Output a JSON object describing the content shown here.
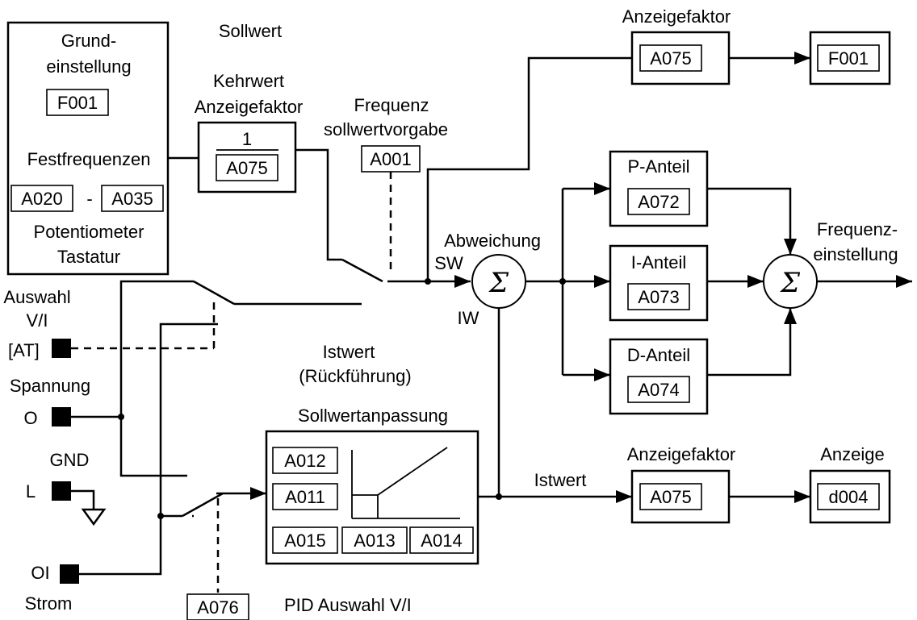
{
  "setpoint_block": {
    "title_line1": "Grund-",
    "title_line2": "einstellung",
    "param_base": "F001",
    "fixed_label": "Festfrequenzen",
    "param_from": "A020",
    "range_dash": "-",
    "param_to": "A035",
    "pot_label": "Potentiometer",
    "keypad_label": "Tastatur"
  },
  "sollwert_label": "Sollwert",
  "reciprocal_block": {
    "title_line1": "Kehrwert",
    "title_line2": "Anzeigefaktor",
    "numerator": "1",
    "param": "A075"
  },
  "freq_source": {
    "line1": "Frequenz",
    "line2": "sollwertvorgabe",
    "param": "A001"
  },
  "top_display": {
    "title": "Anzeigefaktor",
    "factor_param": "A075",
    "out_param": "F001"
  },
  "error_label_line1": "Abweichung",
  "error_label_line2": "SW",
  "feedback_short": "IW",
  "sum_symbol": "Σ",
  "pid": {
    "p_label": "P-Anteil",
    "p_param": "A072",
    "i_label": "I-Anteil",
    "i_param": "A073",
    "d_label": "D-Anteil",
    "d_param": "A074"
  },
  "output_label_line1": "Frequenz-",
  "output_label_line2": "einstellung",
  "select_vi": {
    "line1": "Auswahl",
    "line2": "V/I",
    "terminal": "[AT]"
  },
  "feedback_title_line1": "Istwert",
  "feedback_title_line2": "(Rückführung)",
  "voltage": {
    "label": "Spannung",
    "terminal": "O"
  },
  "ground": {
    "label": "GND",
    "terminal": "L"
  },
  "current": {
    "terminal": "OI",
    "label": "Strom"
  },
  "scaling": {
    "title": "Sollwertanpassung",
    "p1": "A012",
    "p2": "A011",
    "p3": "A015",
    "p4": "A013",
    "p5": "A014"
  },
  "feedback_line_label": "Istwert",
  "bottom_display": {
    "factor_title": "Anzeigefaktor",
    "factor_param": "A075",
    "display_title": "Anzeige",
    "display_param": "d004"
  },
  "pid_select": {
    "param": "A076",
    "label": "PID Auswahl V/I"
  }
}
